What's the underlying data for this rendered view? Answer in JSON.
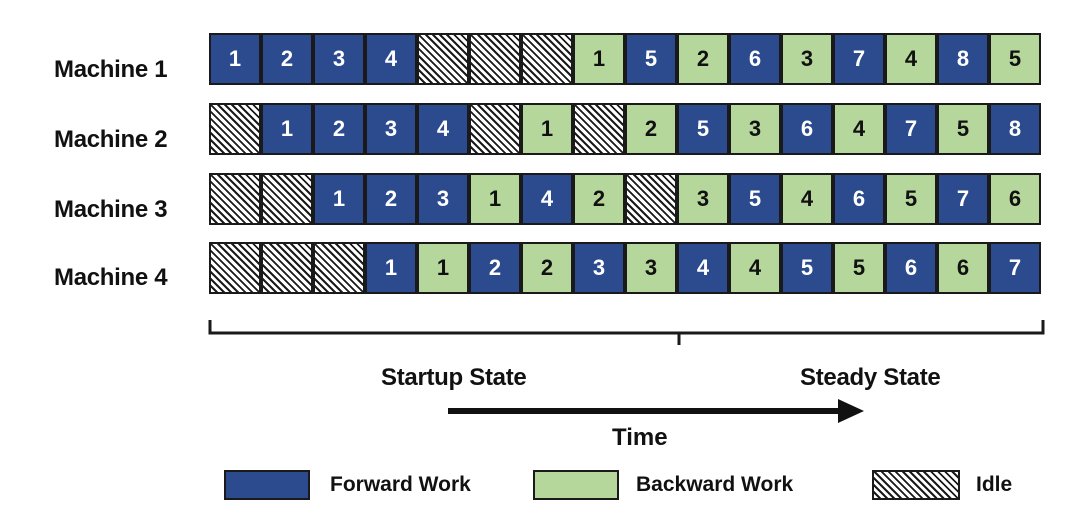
{
  "rows": [
    {
      "label": "Machine 1",
      "cells": [
        [
          "F",
          "1"
        ],
        [
          "F",
          "2"
        ],
        [
          "F",
          "3"
        ],
        [
          "F",
          "4"
        ],
        [
          "I",
          ""
        ],
        [
          "I",
          ""
        ],
        [
          "I",
          ""
        ],
        [
          "B",
          "1"
        ],
        [
          "F",
          "5"
        ],
        [
          "B",
          "2"
        ],
        [
          "F",
          "6"
        ],
        [
          "B",
          "3"
        ],
        [
          "F",
          "7"
        ],
        [
          "B",
          "4"
        ],
        [
          "F",
          "8"
        ],
        [
          "B",
          "5"
        ]
      ]
    },
    {
      "label": "Machine 2",
      "cells": [
        [
          "I",
          ""
        ],
        [
          "F",
          "1"
        ],
        [
          "F",
          "2"
        ],
        [
          "F",
          "3"
        ],
        [
          "F",
          "4"
        ],
        [
          "I",
          ""
        ],
        [
          "B",
          "1"
        ],
        [
          "I",
          ""
        ],
        [
          "B",
          "2"
        ],
        [
          "F",
          "5"
        ],
        [
          "B",
          "3"
        ],
        [
          "F",
          "6"
        ],
        [
          "B",
          "4"
        ],
        [
          "F",
          "7"
        ],
        [
          "B",
          "5"
        ],
        [
          "F",
          "8"
        ]
      ]
    },
    {
      "label": "Machine 3",
      "cells": [
        [
          "I",
          ""
        ],
        [
          "I",
          ""
        ],
        [
          "F",
          "1"
        ],
        [
          "F",
          "2"
        ],
        [
          "F",
          "3"
        ],
        [
          "B",
          "1"
        ],
        [
          "F",
          "4"
        ],
        [
          "B",
          "2"
        ],
        [
          "I",
          ""
        ],
        [
          "B",
          "3"
        ],
        [
          "F",
          "5"
        ],
        [
          "B",
          "4"
        ],
        [
          "F",
          "6"
        ],
        [
          "B",
          "5"
        ],
        [
          "F",
          "7"
        ],
        [
          "B",
          "6"
        ]
      ]
    },
    {
      "label": "Machine 4",
      "cells": [
        [
          "I",
          ""
        ],
        [
          "I",
          ""
        ],
        [
          "I",
          ""
        ],
        [
          "F",
          "1"
        ],
        [
          "B",
          "1"
        ],
        [
          "F",
          "2"
        ],
        [
          "B",
          "2"
        ],
        [
          "F",
          "3"
        ],
        [
          "B",
          "3"
        ],
        [
          "F",
          "4"
        ],
        [
          "B",
          "4"
        ],
        [
          "F",
          "5"
        ],
        [
          "B",
          "5"
        ],
        [
          "F",
          "6"
        ],
        [
          "B",
          "6"
        ],
        [
          "F",
          "7"
        ]
      ]
    }
  ],
  "phases": {
    "startup": "Startup State",
    "steady": "Steady State"
  },
  "axis": {
    "time": "Time"
  },
  "legend": {
    "forward": "Forward Work",
    "backward": "Backward Work",
    "idle": "Idle"
  },
  "colors": {
    "forward": "#2c4b8f",
    "backward": "#b6d79c",
    "idle": "hatched",
    "border": "#1a1a1a"
  }
}
